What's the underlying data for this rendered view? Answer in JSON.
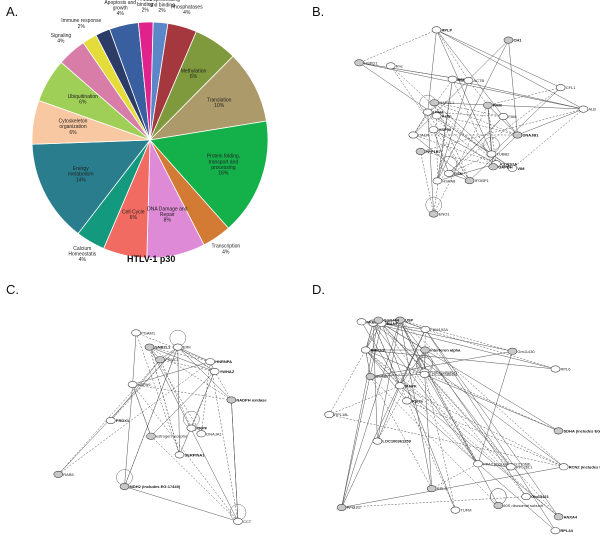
{
  "panels": {
    "a": {
      "letter": "A."
    },
    "b": {
      "letter": "B."
    },
    "c": {
      "letter": "C."
    },
    "d": {
      "letter": "D."
    }
  },
  "pie_caption": "HTLV-1 p30",
  "chart_data": {
    "type": "pie",
    "slices": [
      {
        "label": "Apoptosis and growth",
        "pct_label": "4%",
        "value": 4,
        "color": "#3a5fa0"
      },
      {
        "label": "Predicted binding",
        "pct_label": "2%",
        "value": 2,
        "color": "#e0228c"
      },
      {
        "label": "RNA processing and binding",
        "pct_label": "2%",
        "value": 2,
        "color": "#5b86c8"
      },
      {
        "label": "Phosphatases",
        "pct_label": "4%",
        "value": 4,
        "color": "#a5373f"
      },
      {
        "label": "Methylation",
        "pct_label": "6%",
        "value": 6,
        "color": "#7f9a3c"
      },
      {
        "label": "Translation",
        "pct_label": "10%",
        "value": 10,
        "color": "#ad9a6a"
      },
      {
        "label": "Protein folding, transport and processing",
        "pct_label": "16%",
        "value": 16,
        "color": "#14b04a"
      },
      {
        "label": "Transcription",
        "pct_label": "4%",
        "value": 4,
        "color": "#d37a34"
      },
      {
        "label": "DNA Damage and Repair",
        "pct_label": "8%",
        "value": 8,
        "color": "#df8ad6"
      },
      {
        "label": "Cell Cycle",
        "pct_label": "6%",
        "value": 6,
        "color": "#f26b62"
      },
      {
        "label": "Calcium Homeostatis",
        "pct_label": "4%",
        "value": 4,
        "color": "#139a7e"
      },
      {
        "label": "Energy metabolism",
        "pct_label": "14%",
        "value": 14,
        "color": "#2a7d8c"
      },
      {
        "label": "Cytoskeleton organization",
        "pct_label": "6%",
        "value": 6,
        "color": "#f8c8a2"
      },
      {
        "label": "Ubiquitination",
        "pct_label": "6%",
        "value": 6,
        "color": "#a0cf58"
      },
      {
        "label": "Signaling",
        "pct_label": "4%",
        "value": 4,
        "color": "#d87da8"
      },
      {
        "label": "Immune response",
        "pct_label": "2%",
        "value": 2,
        "color": "#e4dc3a"
      },
      {
        "label": "Apoptosis and growth (2)",
        "pct_label": "",
        "value": 2,
        "color": "#2d3c66"
      }
    ]
  },
  "network_b": {
    "labels": [
      "DNAJB1",
      "TUBB2",
      "CLNS1A",
      "IFGBP1",
      "GSN",
      "HSPA8",
      "PPP1R7",
      "CALR",
      "LDHA",
      "NAP1L1",
      "HSPA5",
      "ACTB",
      "PKM",
      "FAM",
      "VIM",
      "HSPD1",
      "RPLP",
      "ALB",
      "GAPDH",
      "CFL1",
      "HSP90",
      "ENO1",
      "Actin",
      "Rnc",
      "CH1"
    ]
  },
  "network_c": {
    "labels": [
      "NADPH oxidase",
      "DNAJA1",
      "SERPINA1",
      "estrogen receptor",
      "PRDX1",
      "HSPA9",
      "GNB2L1",
      "ERK",
      "YWHAZ",
      "PSMC1",
      "HNRNPA",
      "CCT",
      "MDH2 (includes EG:17449)",
      "PGAM1",
      "PRPF",
      "RAB5"
    ]
  },
  "network_d": {
    "labels": [
      "interferon alpha",
      "PI3K (complex)",
      "MAPK",
      "ATP5B",
      "ERK1/2",
      "TYCA",
      "USP",
      "FAM192A",
      "RCN2 (includes EG:26611)",
      "PPM1G",
      "MANF",
      "PPA2 (includes EG:27068)",
      "SDHA (includes EG:157074)",
      "TUFM",
      "FKBP2",
      "RPL3",
      "RPL34",
      "RPL6",
      "ANXA4",
      "RPL26L1",
      "LOC100361259",
      "Gm11430",
      "Rpl7a",
      "LOC100360491",
      "Gm6404",
      "RPL18L",
      "Gm15421",
      "60S ribosomal subunit"
    ]
  }
}
